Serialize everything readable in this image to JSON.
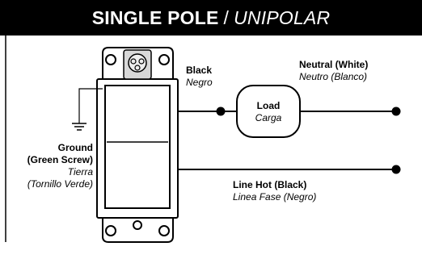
{
  "title": {
    "main": "SINGLE POLE",
    "separator": "/",
    "alt": "UNIPOLAR"
  },
  "labels": {
    "black": {
      "en": "Black",
      "es": "Negro"
    },
    "neutral": {
      "en": "Neutral (White)",
      "es": "Neutro (Blanco)"
    },
    "load": {
      "en": "Load",
      "es": "Carga"
    },
    "ground": {
      "en_line1": "Ground",
      "en_line2": "(Green Screw)",
      "es_line1": "Tierra",
      "es_line2": "(Tornillo Verde)"
    },
    "line_hot": {
      "en": "Line Hot (Black)",
      "es": "Linea Fase (Negro)"
    }
  },
  "icons": [
    "switch-device-icon",
    "ground-symbol-icon",
    "screw-terminal-icon",
    "wire-endpoint-dot-icon"
  ]
}
